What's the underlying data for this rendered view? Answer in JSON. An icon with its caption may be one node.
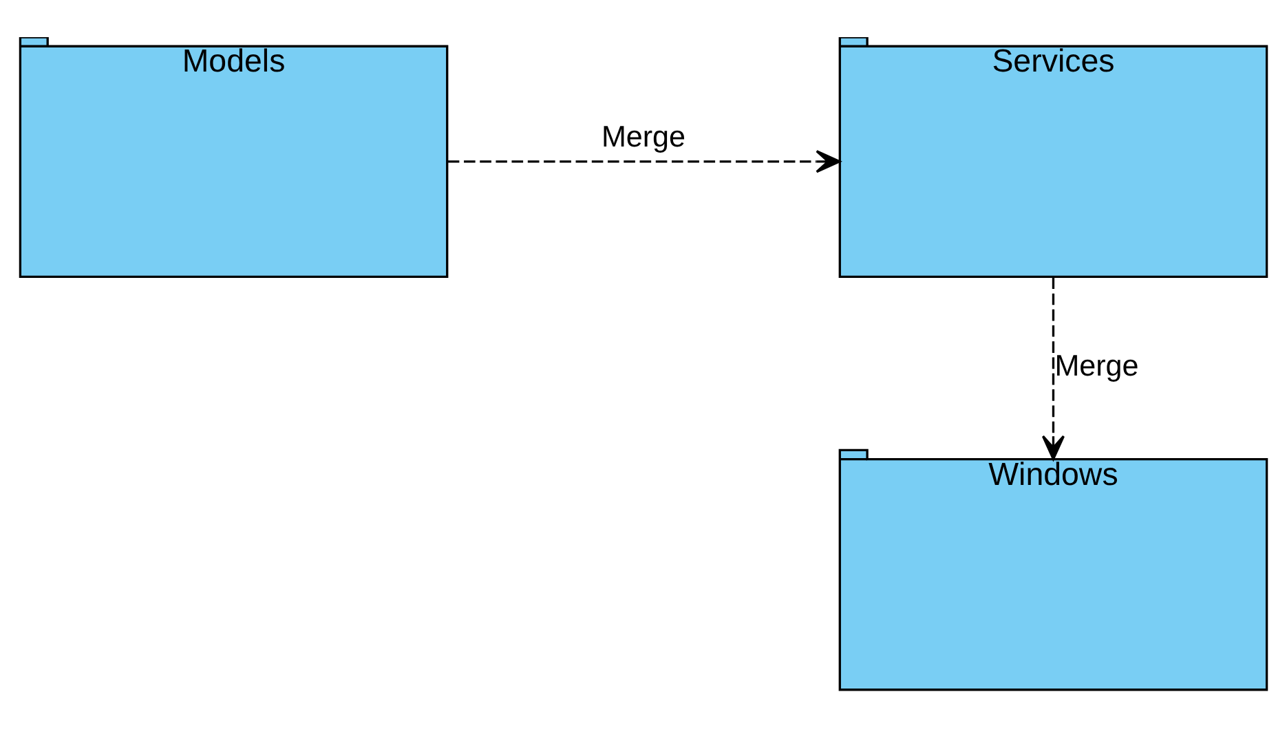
{
  "diagram": {
    "nodes": [
      {
        "text": [
          "Models"
        ]
      },
      {
        "text": [
          "Services"
        ]
      },
      {
        "text": [
          "Windows"
        ]
      }
    ],
    "edges": [
      {
        "from": 0,
        "to": 1,
        "arrow": "to",
        "style": "dashed",
        "label": "Merge"
      },
      {
        "from": 1,
        "to": 2,
        "arrow": "to",
        "style": "dashed",
        "label": "Merge"
      }
    ]
  }
}
